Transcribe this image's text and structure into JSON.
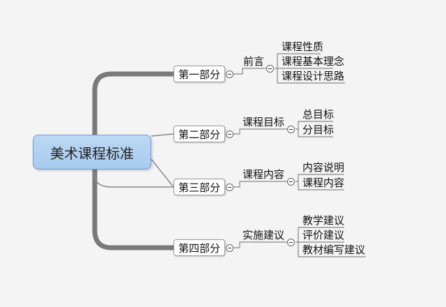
{
  "root": "美术课程标准",
  "parts": [
    {
      "label": "第一部分",
      "topic": "前言",
      "items": [
        "课程性质",
        "课程基本理念",
        "课程设计思路"
      ]
    },
    {
      "label": "第二部分",
      "topic": "课程目标",
      "items": [
        "总目标",
        "分目标"
      ]
    },
    {
      "label": "第三部分",
      "topic": "课程内容",
      "items": [
        "内容说明",
        "课程内容"
      ]
    },
    {
      "label": "第四部分",
      "topic": "实施建议",
      "items": [
        "教学建议",
        "评价建议",
        "教材编写建议"
      ]
    }
  ],
  "colors": {
    "root_fill": "#a8cbee",
    "root_border": "#6f9bd0",
    "trunk": "#7a7a7a",
    "line": "#888888",
    "background": "#f4f4f4"
  }
}
